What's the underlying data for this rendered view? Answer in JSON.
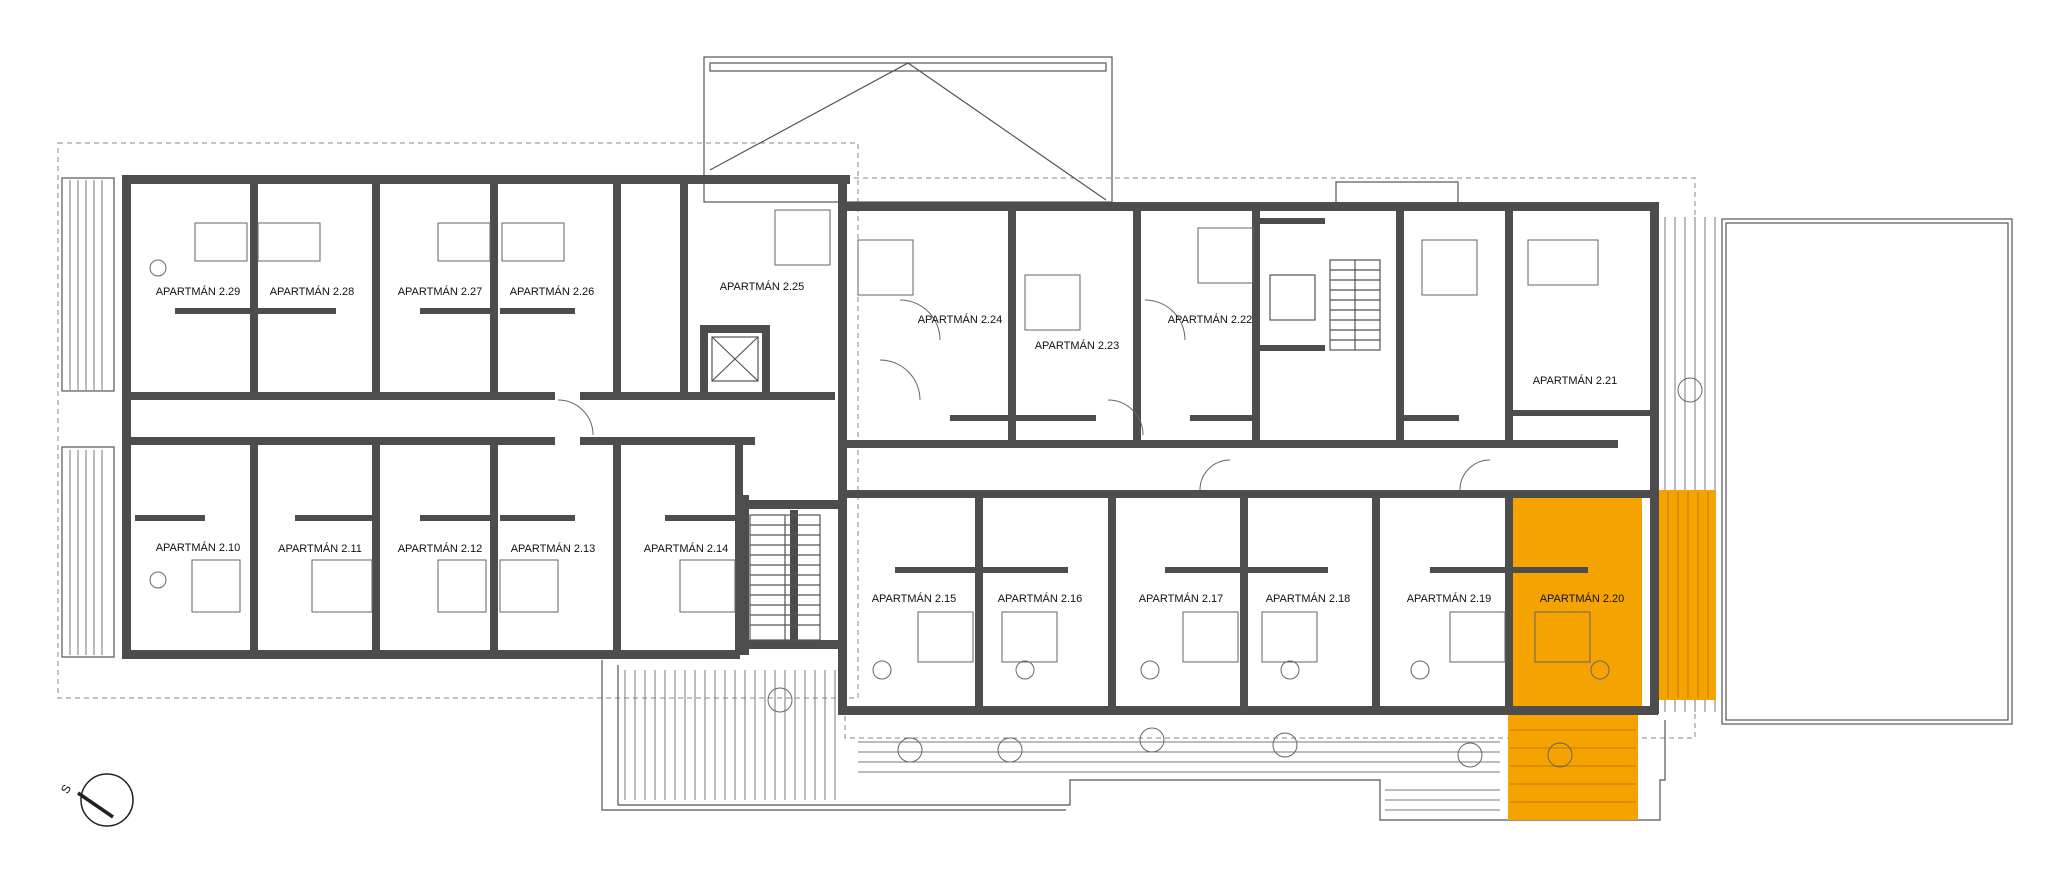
{
  "plan": {
    "apartments_top": [
      {
        "id": "apt-2-29",
        "label": "APARTMÁN 2.29"
      },
      {
        "id": "apt-2-28",
        "label": "APARTMÁN 2.28"
      },
      {
        "id": "apt-2-27",
        "label": "APARTMÁN 2.27"
      },
      {
        "id": "apt-2-26",
        "label": "APARTMÁN 2.26"
      },
      {
        "id": "apt-2-25",
        "label": "APARTMÁN 2.25"
      },
      {
        "id": "apt-2-24",
        "label": "APARTMÁN 2.24"
      },
      {
        "id": "apt-2-23",
        "label": "APARTMÁN 2.23"
      },
      {
        "id": "apt-2-22",
        "label": "APARTMÁN 2.22"
      },
      {
        "id": "apt-2-21",
        "label": "APARTMÁN 2.21"
      }
    ],
    "apartments_bottom": [
      {
        "id": "apt-2-10",
        "label": "APARTMÁN 2.10"
      },
      {
        "id": "apt-2-11",
        "label": "APARTMÁN 2.11"
      },
      {
        "id": "apt-2-12",
        "label": "APARTMÁN 2.12"
      },
      {
        "id": "apt-2-13",
        "label": "APARTMÁN 2.13"
      },
      {
        "id": "apt-2-14",
        "label": "APARTMÁN 2.14"
      },
      {
        "id": "apt-2-15",
        "label": "APARTMÁN 2.15"
      },
      {
        "id": "apt-2-16",
        "label": "APARTMÁN 2.16"
      },
      {
        "id": "apt-2-17",
        "label": "APARTMÁN 2.17"
      },
      {
        "id": "apt-2-18",
        "label": "APARTMÁN 2.18"
      },
      {
        "id": "apt-2-19",
        "label": "APARTMÁN 2.19"
      },
      {
        "id": "apt-2-20",
        "label": "APARTMÁN 2.20"
      }
    ],
    "highlighted_apartment": "APARTMÁN 2.20",
    "highlight_color": "#f5a300",
    "wall_color": "#4d4d4d",
    "compass": {
      "letter": "S",
      "icon": "north-arrow-icon"
    }
  }
}
